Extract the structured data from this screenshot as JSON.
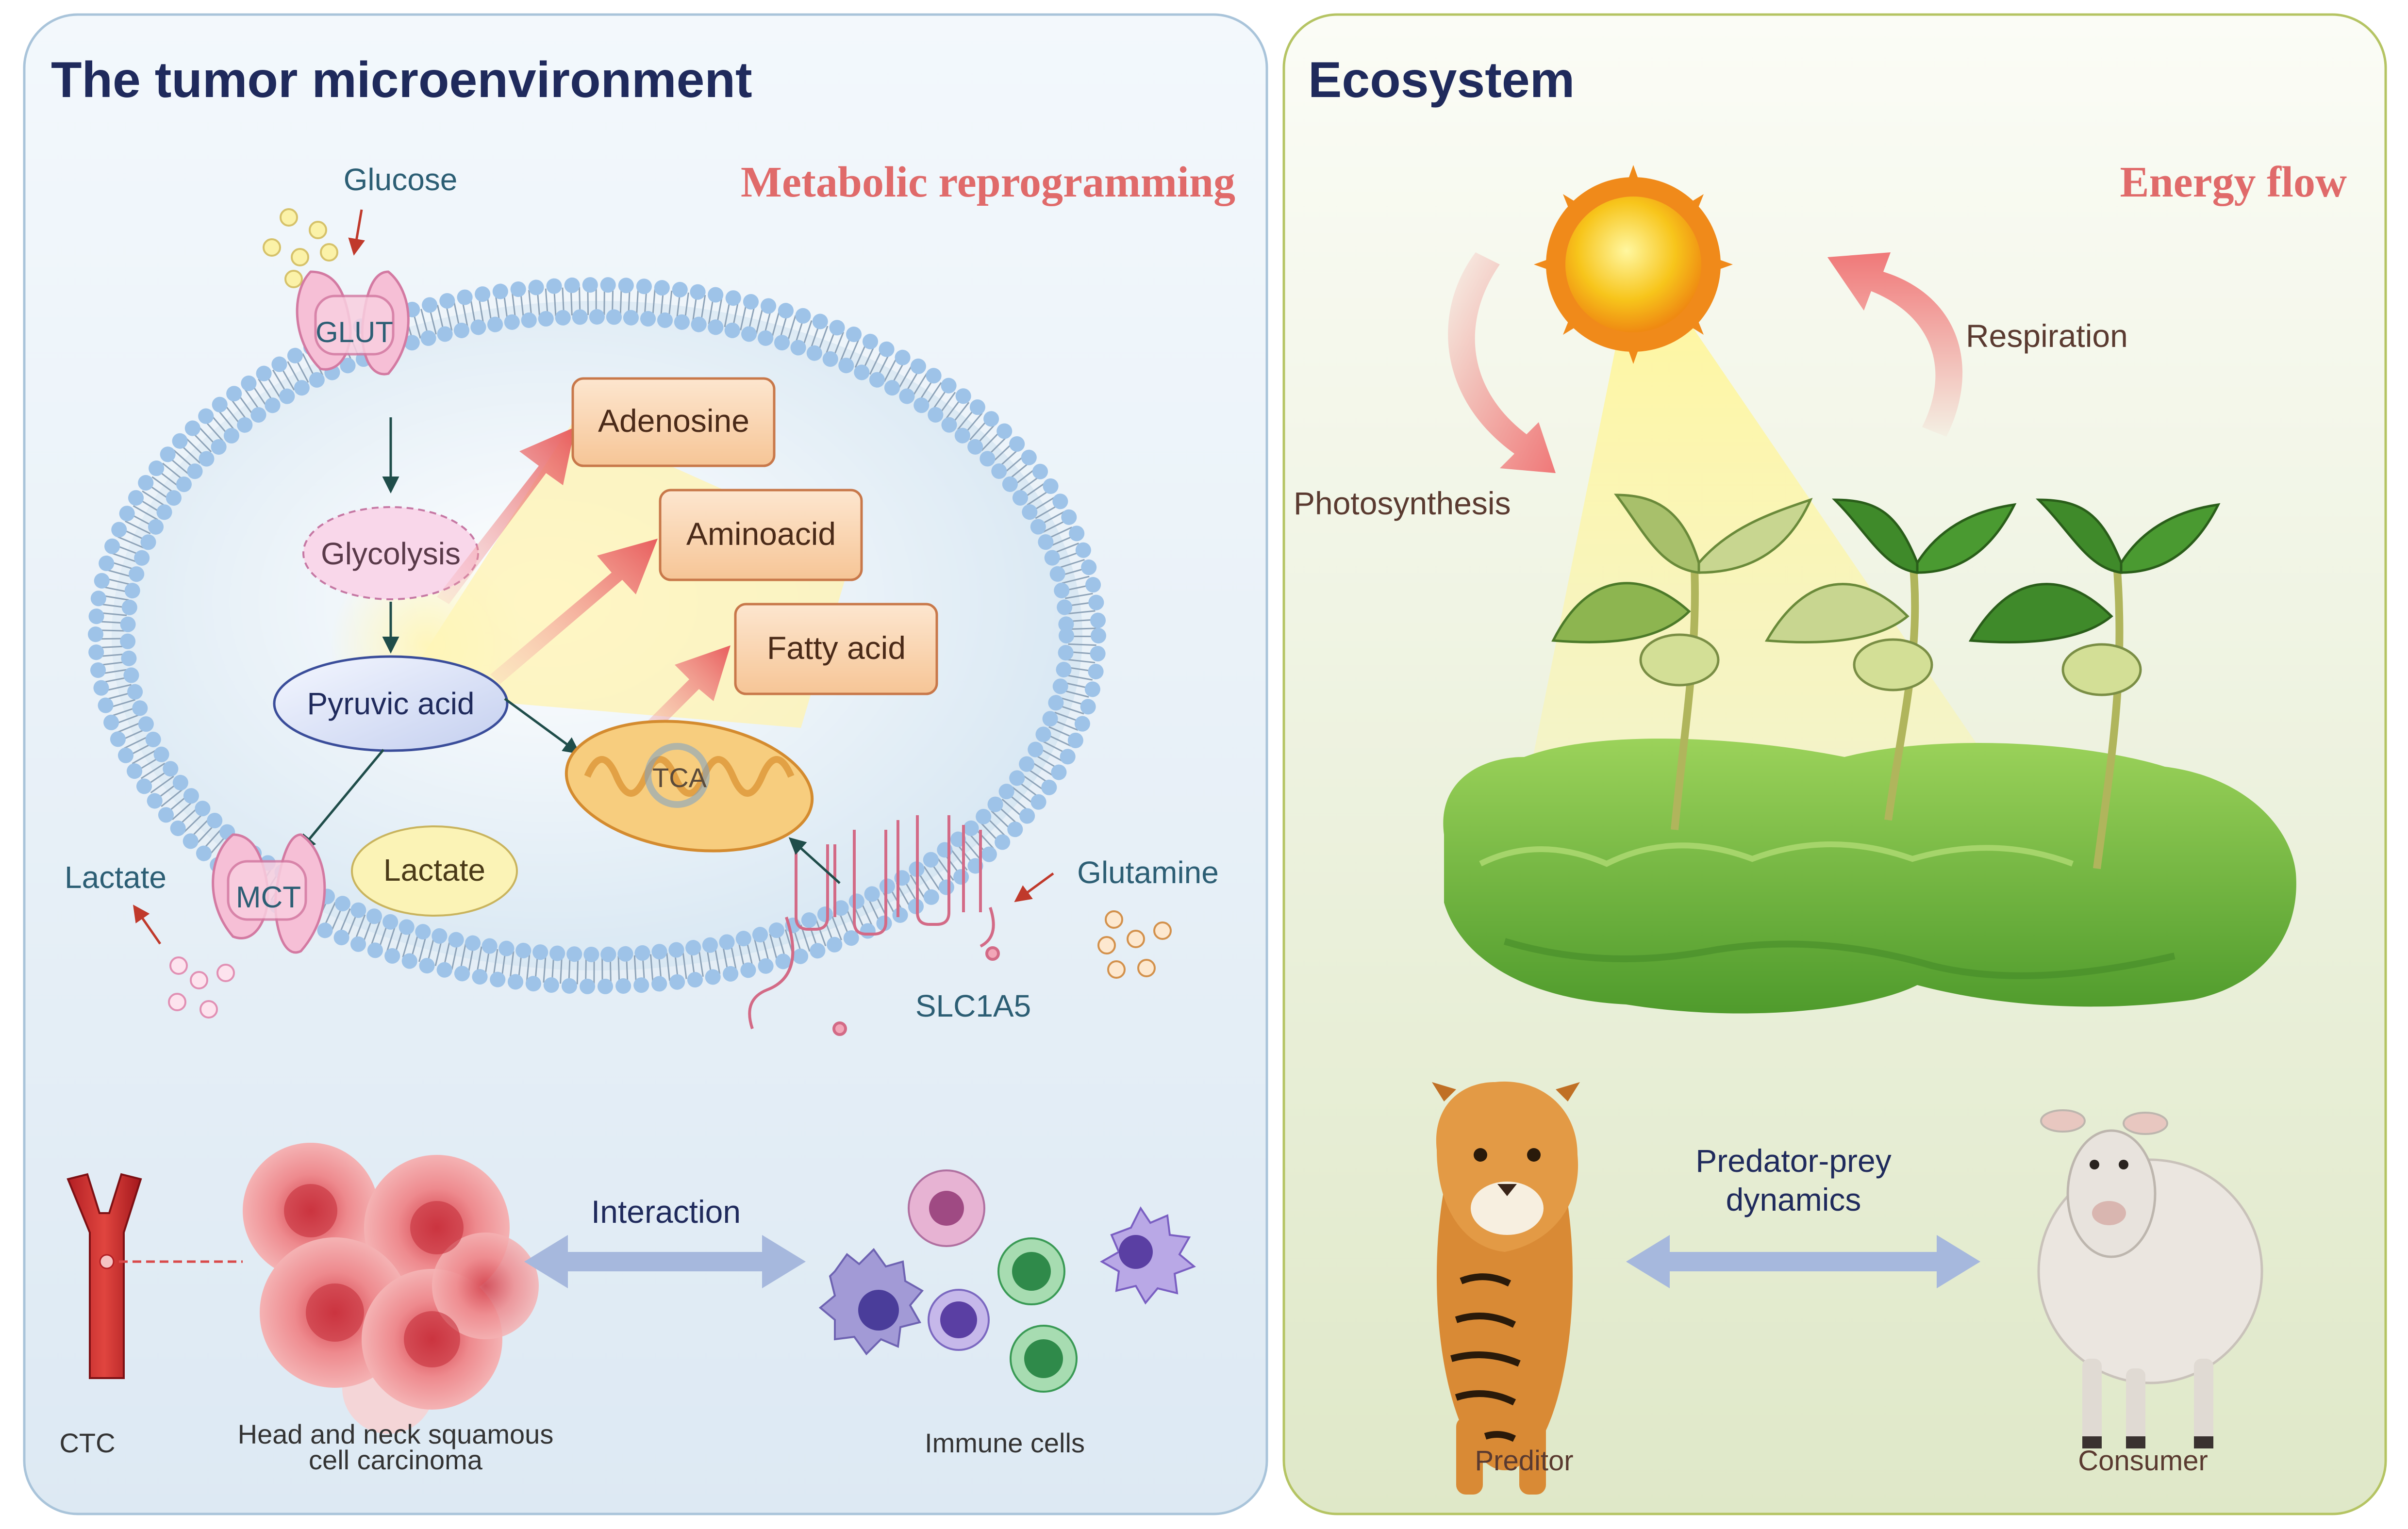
{
  "left_panel": {
    "title": "The tumor microenvironment",
    "subtitle": "Metabolic reprogramming",
    "labels": {
      "glucose": "Glucose",
      "glut": "GLUT",
      "glycolysis": "Glycolysis",
      "pyruvic": "Pyruvic acid",
      "adenosine": "Adenosine",
      "aminoacid": "Aminoacid",
      "fatty": "Fatty acid",
      "tca": "TCA",
      "lactate_in": "Lactate",
      "lactate_out": "Lactate",
      "mct": "MCT",
      "glutamine": "Glutamine",
      "slc1a5": "SLC1A5",
      "interaction": "Interaction",
      "ctc": "CTC",
      "hnscc_1": "Head and neck squamous",
      "hnscc_2": "cell carcinoma",
      "immune": "Immune cells"
    }
  },
  "right_panel": {
    "title": "Ecosystem",
    "subtitle": "Energy flow",
    "labels": {
      "photosynthesis": "Photosynthesis",
      "respiration": "Respiration",
      "predator_prey_1": "Predator-prey",
      "predator_prey_2": "dynamics",
      "preditor": "Preditor",
      "consumer": "Consumer"
    }
  },
  "colors": {
    "title": "#1f2a5c",
    "subtitle": "#e06a6a",
    "metabolite_box": "#f9d3b0",
    "metabolite_border": "#c8784a",
    "membrane_head": "#9ec3e8",
    "arrow_red": "#ea6a6a",
    "arrow_blue": "#a6b8dd",
    "teal_text": "#2c5e74",
    "grass": "#6cb83a"
  }
}
